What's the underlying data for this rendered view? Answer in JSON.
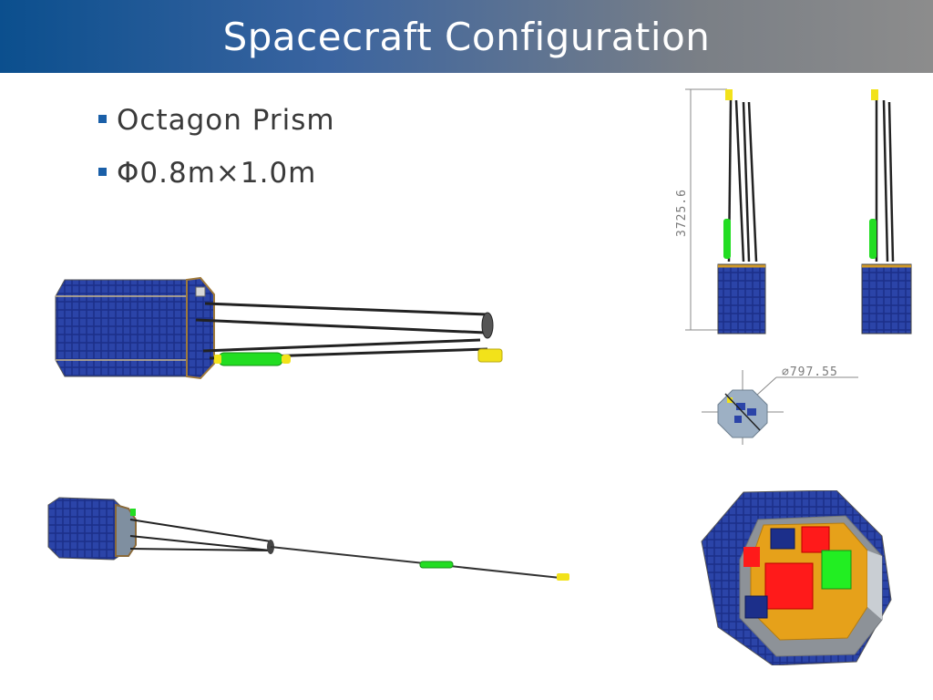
{
  "slide": {
    "title": "Spacecraft Configuration",
    "bullets": [
      {
        "text": "Octagon Prism"
      },
      {
        "text": "Φ0.8m×1.0m"
      }
    ]
  },
  "figures": {
    "dimension_height": "3725.6",
    "dimension_diameter": "∅797.55"
  },
  "colors": {
    "title_gradient_start": "#0b4f8e",
    "title_gradient_end": "#8c8c8c",
    "bullet_marker": "#1a5fa8",
    "solar_panel": "#1c2f8a",
    "boom": "#222222",
    "instrument_green": "#22dd22",
    "instrument_yellow": "#f2e21a",
    "deck_orange": "#e6a11a",
    "component_red": "#ff1a1a"
  }
}
